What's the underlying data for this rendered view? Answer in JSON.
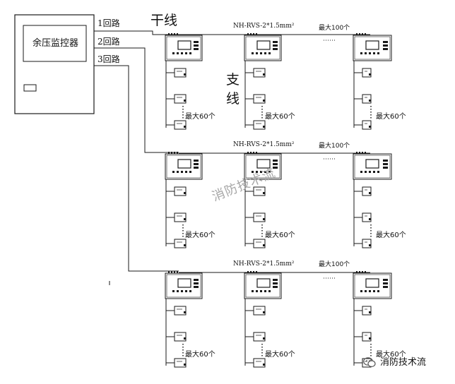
{
  "monitor": {
    "title": "余压监控器"
  },
  "loops": [
    "1回路",
    "2回路",
    "3回路"
  ],
  "labels": {
    "trunk_line": "干线",
    "branch_char_1": "支",
    "branch_char_2": "线",
    "cable_spec": "NH-RVS-2*1.5mm²",
    "max_100": "最大100个",
    "max_60": "最大60个"
  },
  "watermark": {
    "center": "消防技术流",
    "bottom": "消防技术流",
    "icon": "wechat-icon"
  },
  "colors": {
    "line": "#1a1a1a",
    "watermark": "#a8a8a8"
  }
}
